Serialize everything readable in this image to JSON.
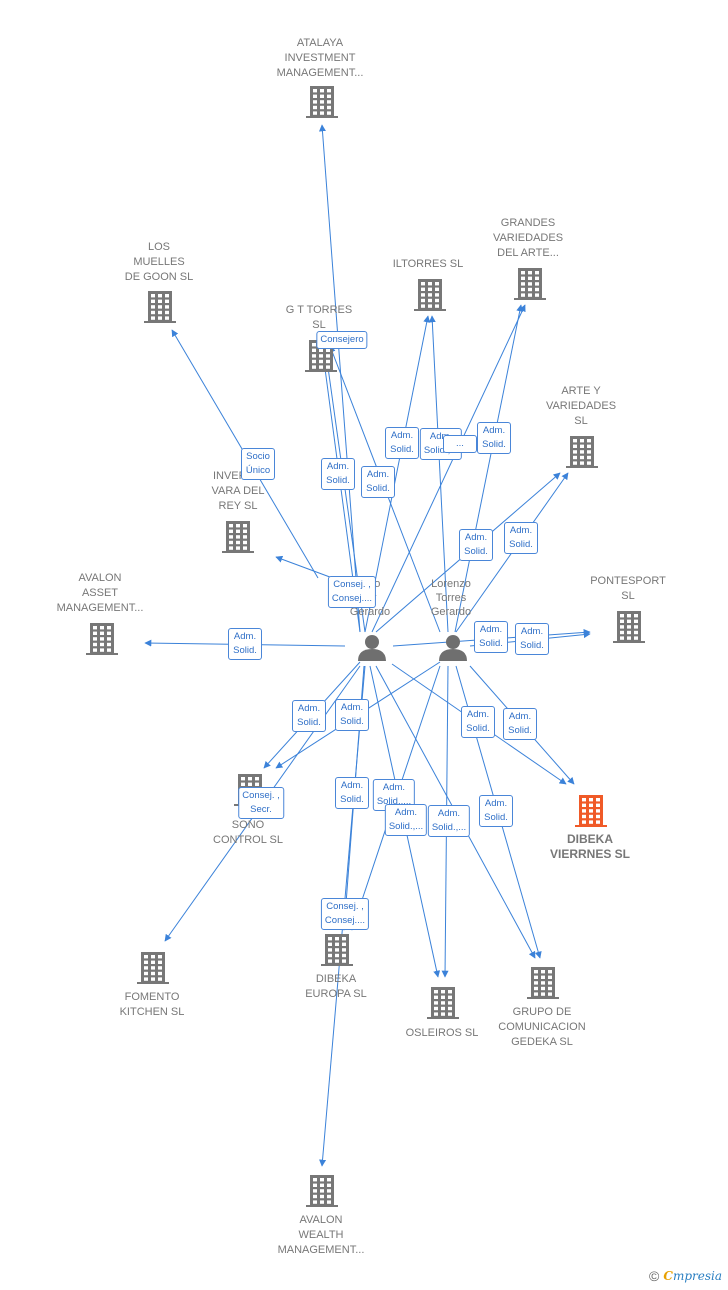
{
  "colors": {
    "edge": "#3b82d9",
    "building": "#777777",
    "focus_building": "#f05a28",
    "person": "#6f6f6f",
    "label": "#777777"
  },
  "companies": [
    {
      "id": "atalaya",
      "label": "ATALAYA\nINVESTMENT\nMANAGEMENT...",
      "icon": "building-icon"
    },
    {
      "id": "muelles",
      "label": "LOS\nMUELLES\nDE GOON  SL",
      "icon": "building-icon"
    },
    {
      "id": "iltorres",
      "label": "ILTORRES  SL",
      "icon": "building-icon"
    },
    {
      "id": "grandes",
      "label": "GRANDES\nVARIEDADES\nDEL ARTE...",
      "icon": "building-icon"
    },
    {
      "id": "gttorres",
      "label": "G T TORRES\nSL",
      "icon": "building-icon"
    },
    {
      "id": "arte",
      "label": "ARTE Y\nVARIEDADES\nSL",
      "icon": "building-icon"
    },
    {
      "id": "inversiones",
      "label": "INVERS...\nVARA DEL\nREY SL",
      "icon": "building-icon"
    },
    {
      "id": "avalon_asset",
      "label": "AVALON\nASSET\nMANAGEMENT...",
      "icon": "building-icon"
    },
    {
      "id": "pontesport",
      "label": "PONTESPORT\nSL",
      "icon": "building-icon"
    },
    {
      "id": "sono",
      "label": "SONO\nCONTROL  SL",
      "icon": "building-icon"
    },
    {
      "id": "dibeka_vierrnes",
      "label": "DIBEKA\nVIERRNES  SL",
      "icon": "building-icon",
      "focus": true
    },
    {
      "id": "fomento",
      "label": "FOMENTO\nKITCHEN  SL",
      "icon": "building-icon"
    },
    {
      "id": "dibeka_europa",
      "label": "DIBEKA\nEUROPA  SL",
      "icon": "building-icon"
    },
    {
      "id": "osleiros",
      "label": "OSLEIROS  SL",
      "icon": "building-icon"
    },
    {
      "id": "grupo",
      "label": "GRUPO DE\nCOMUNICACION\nGEDEKA  SL",
      "icon": "building-icon"
    },
    {
      "id": "avalon_wealth",
      "label": "AVALON\nWEALTH\nMANAGEMENT...",
      "icon": "building-icon"
    }
  ],
  "persons": [
    {
      "id": "p1",
      "label": "...co\n...r\nGerardo",
      "icon": "person-icon"
    },
    {
      "id": "p2",
      "label": "Lorenzo\nTorres\nGerardo",
      "icon": "person-icon"
    }
  ],
  "edges": [
    {
      "from": "p1",
      "to": "atalaya"
    },
    {
      "from": "p1",
      "to": "muelles",
      "label": "Socio\nÚnico"
    },
    {
      "from": "p1",
      "to": "gttorres",
      "label": "Consejero"
    },
    {
      "from": "p1",
      "to": "gttorres",
      "label": "Adm.\nSolid."
    },
    {
      "from": "p2",
      "to": "gttorres",
      "label": "Adm.\nSolid."
    },
    {
      "from": "p1",
      "to": "iltorres",
      "label": "Adm.\nSolid."
    },
    {
      "from": "p2",
      "to": "iltorres",
      "label": "Adm.\nSolid.,..."
    },
    {
      "from": "p1",
      "to": "grandes",
      "label": "Adm.\nSolid."
    },
    {
      "from": "p2",
      "to": "grandes",
      "label": "..."
    },
    {
      "from": "p1",
      "to": "arte",
      "label": "Adm.\nSolid."
    },
    {
      "from": "p2",
      "to": "arte",
      "label": "Adm.\nSolid."
    },
    {
      "from": "p1",
      "to": "inversiones",
      "label": "Consej. ,\nConsej...."
    },
    {
      "from": "p1",
      "to": "avalon_asset",
      "label": "Adm.\nSolid."
    },
    {
      "from": "p1",
      "to": "pontesport",
      "label": "Adm.\nSolid."
    },
    {
      "from": "p2",
      "to": "pontesport",
      "label": "Adm.\nSolid."
    },
    {
      "from": "p1",
      "to": "sono",
      "label": "Adm.\nSolid."
    },
    {
      "from": "p2",
      "to": "sono",
      "label": "Adm.\nSolid."
    },
    {
      "from": "p1",
      "to": "dibeka_vierrnes",
      "label": "Adm.\nSolid."
    },
    {
      "from": "p2",
      "to": "dibeka_vierrnes",
      "label": "Adm.\nSolid."
    },
    {
      "from": "p1",
      "to": "fomento",
      "label": "Consej. ,\nSecr."
    },
    {
      "from": "p1",
      "to": "dibeka_europa",
      "label": "Consej. ,\nConsej...."
    },
    {
      "from": "p1",
      "to": "osleiros",
      "label": "Adm.\nSolid."
    },
    {
      "from": "p2",
      "to": "osleiros",
      "label": "Adm.\nSolid.,..."
    },
    {
      "from": "p1",
      "to": "grupo",
      "label": "Adm.\nSolid.,..."
    },
    {
      "from": "p2",
      "to": "grupo",
      "label": "Adm.\nSolid."
    },
    {
      "from": "p2",
      "to": "dibeka_europa",
      "label": "Adm.\nSolid.,..."
    },
    {
      "from": "p1",
      "to": "avalon_wealth"
    }
  ],
  "footer": {
    "copyright": "©",
    "brand_initial": "C",
    "brand_rest": "mpresia"
  }
}
